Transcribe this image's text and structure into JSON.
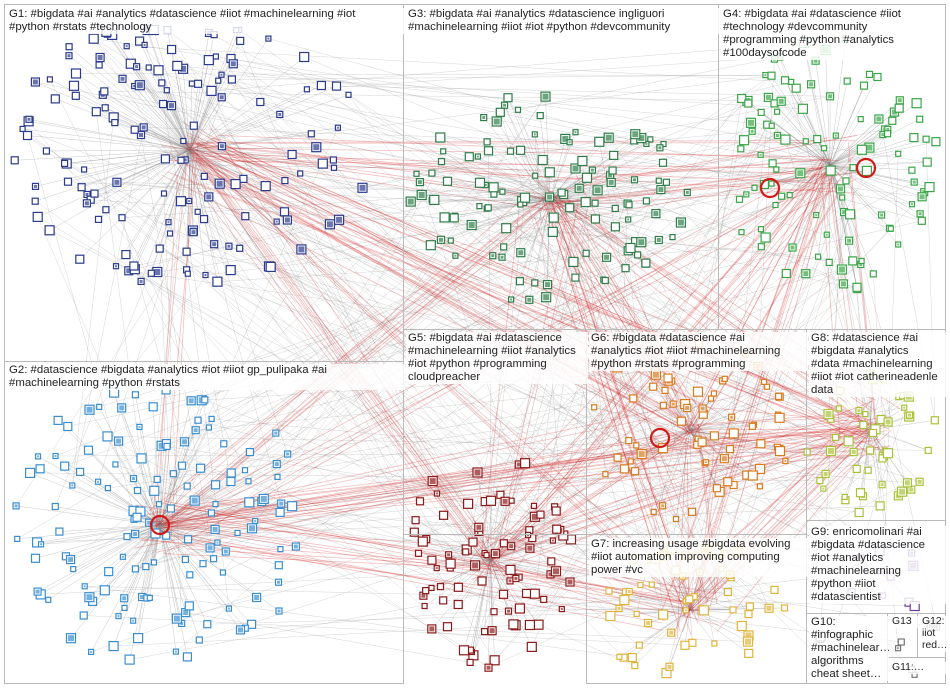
{
  "groups": [
    {
      "id": "G1",
      "label": "G1: #bigdata #ai #analytics #datascience #iiot #machinelearning #iot\n#python #rstats #technology",
      "node_color": "#2a3a8c"
    },
    {
      "id": "G2",
      "label": "G2: #datascience #bigdata #analytics #iot #iiot gp_pulipaka #ai\n#machinelearning #python #rstats",
      "node_color": "#3a8ed0"
    },
    {
      "id": "G3",
      "label": "G3: #bigdata #ai #analytics #datascience ingliguori\n#machinelearning #iiot #iot #python #devcommunity",
      "node_color": "#2f7d4a"
    },
    {
      "id": "G4",
      "label": "G4: #bigdata #ai #datascience #iiot\n#technology #devcommunity\n#programming #python #analytics\n#100daysofcode",
      "node_color": "#3aa548"
    },
    {
      "id": "G5",
      "label": "G5: #bigdata #ai #datascience\n#machinelearning #iiot #analytics\n#iot #python #programming\ncloudpreacher",
      "node_color": "#8b1a1a"
    },
    {
      "id": "G6",
      "label": "G6: #bigdata #datascience #ai\n#analytics #iot #iiot #machinelearning\n#python #rstats #programming",
      "node_color": "#d97a1c"
    },
    {
      "id": "G7",
      "label": "G7: increasing usage #bigdata evolving\n#iiot automation improving computing\npower #vc",
      "node_color": "#e0b43a"
    },
    {
      "id": "G8",
      "label": "G8: #datascience #ai\n#bigdata #analytics\n#data #machinelearning\n#iiot #iot catherineadenle\ndata",
      "node_color": "#a9c23a"
    },
    {
      "id": "G9",
      "label": "G9: enricomolinari #ai\n#bigdata #datascience\n#iot #analytics\n#machinelearning\n#python #iiot\n#datascientist",
      "node_color": "#6b3fa0"
    },
    {
      "id": "G10",
      "label": "G10:\n#infographic\n#machinelear…\nalgorithms\ncheat sheet…",
      "node_color": "#555555"
    },
    {
      "id": "G11",
      "label": "G11:…",
      "node_color": "#777777"
    },
    {
      "id": "G12",
      "label": "G12:\niiot\nred…",
      "node_color": "#777777"
    },
    {
      "id": "G13",
      "label": "G13",
      "node_color": "#777777"
    }
  ],
  "colors": {
    "edge_gray": "#8a8a8a",
    "edge_red": "#d01a1a",
    "box_border": "#b9b9b9"
  }
}
